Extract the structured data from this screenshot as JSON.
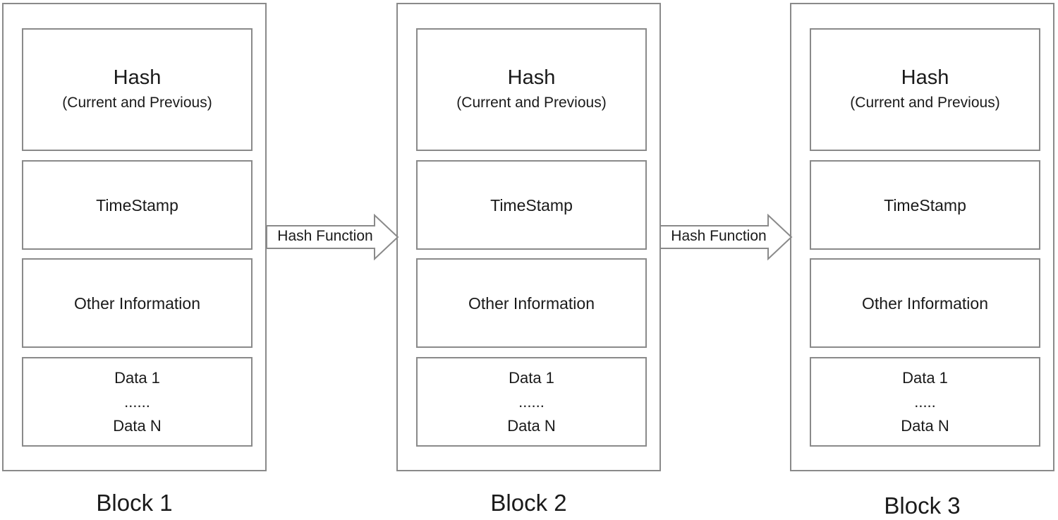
{
  "blocks": [
    {
      "label": "Block 1",
      "hash_title": "Hash",
      "hash_subtitle": "(Current and Previous)",
      "timestamp": "TimeStamp",
      "other": "Other Information",
      "data_first": "Data 1",
      "data_ellipsis": "......",
      "data_last": "Data N"
    },
    {
      "label": "Block 2",
      "hash_title": "Hash",
      "hash_subtitle": "(Current and Previous)",
      "timestamp": "TimeStamp",
      "other": "Other Information",
      "data_first": "Data 1",
      "data_ellipsis": "......",
      "data_last": "Data N"
    },
    {
      "label": "Block 3",
      "hash_title": "Hash",
      "hash_subtitle": "(Current and Previous)",
      "timestamp": "TimeStamp",
      "other": "Other Information",
      "data_first": "Data 1",
      "data_ellipsis": ".....",
      "data_last": "Data N"
    }
  ],
  "arrows": [
    {
      "label": "Hash Function"
    },
    {
      "label": "Hash Function"
    }
  ],
  "colors": {
    "border": "#8a8a8a",
    "text": "#1a1a1a",
    "background": "#ffffff"
  }
}
